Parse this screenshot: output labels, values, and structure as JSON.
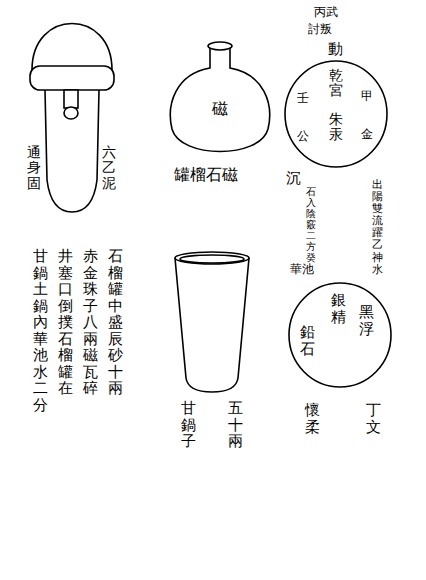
{
  "diagram": {
    "nodes": [
      {
        "text": [
          "磁"
        ]
      },
      {
        "text": [
          "乾宮",
          "甲",
          "壬",
          "朱汞",
          "金",
          "公"
        ]
      },
      {
        "text": [
          "銀精",
          "黑浮",
          "鉛石"
        ]
      }
    ],
    "labels": [
      "丙武",
      "討叛",
      "動",
      "六乙泥",
      "通身固",
      "罐榴石磁",
      "沉",
      "出陽雙流躍乙神水",
      "石入陰竅二方癸",
      "華池",
      "丁文",
      "懷柔",
      "石榴罐中盛辰砂十兩",
      "赤金珠子八兩磁瓦碎",
      "井塞口倒撲石榴罐在",
      "甘鍋土鍋內華池水二分",
      "五十兩",
      "甘鍋子"
    ]
  }
}
